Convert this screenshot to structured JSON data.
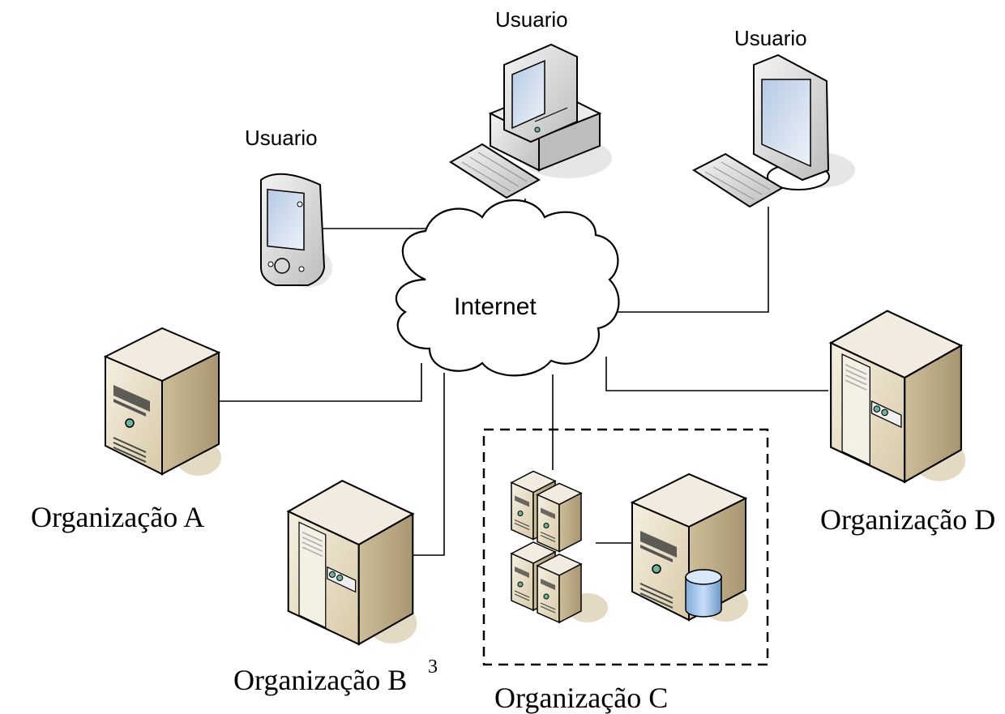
{
  "diagram": {
    "cloud_label": "Internet",
    "users": [
      {
        "label": "Usuario",
        "device": "pda-icon"
      },
      {
        "label": "Usuario",
        "device": "desktop-pc-icon"
      },
      {
        "label": "Usuario",
        "device": "desktop-monitor-icon"
      }
    ],
    "organizations": [
      {
        "label": "Organização A",
        "device": "server-tower-icon"
      },
      {
        "label": "Organização B",
        "device": "server-tower-icon"
      },
      {
        "label": "Organização C",
        "device": "server-cluster-icon"
      },
      {
        "label": "Organização D",
        "device": "server-tower-icon"
      }
    ],
    "footnote_mark": "3",
    "colors": {
      "line": "#000000",
      "server_body": "#e6dcc4",
      "server_dark": "#b3a27f",
      "screen": "#dce7f4",
      "database": "#9fc4e8"
    }
  }
}
